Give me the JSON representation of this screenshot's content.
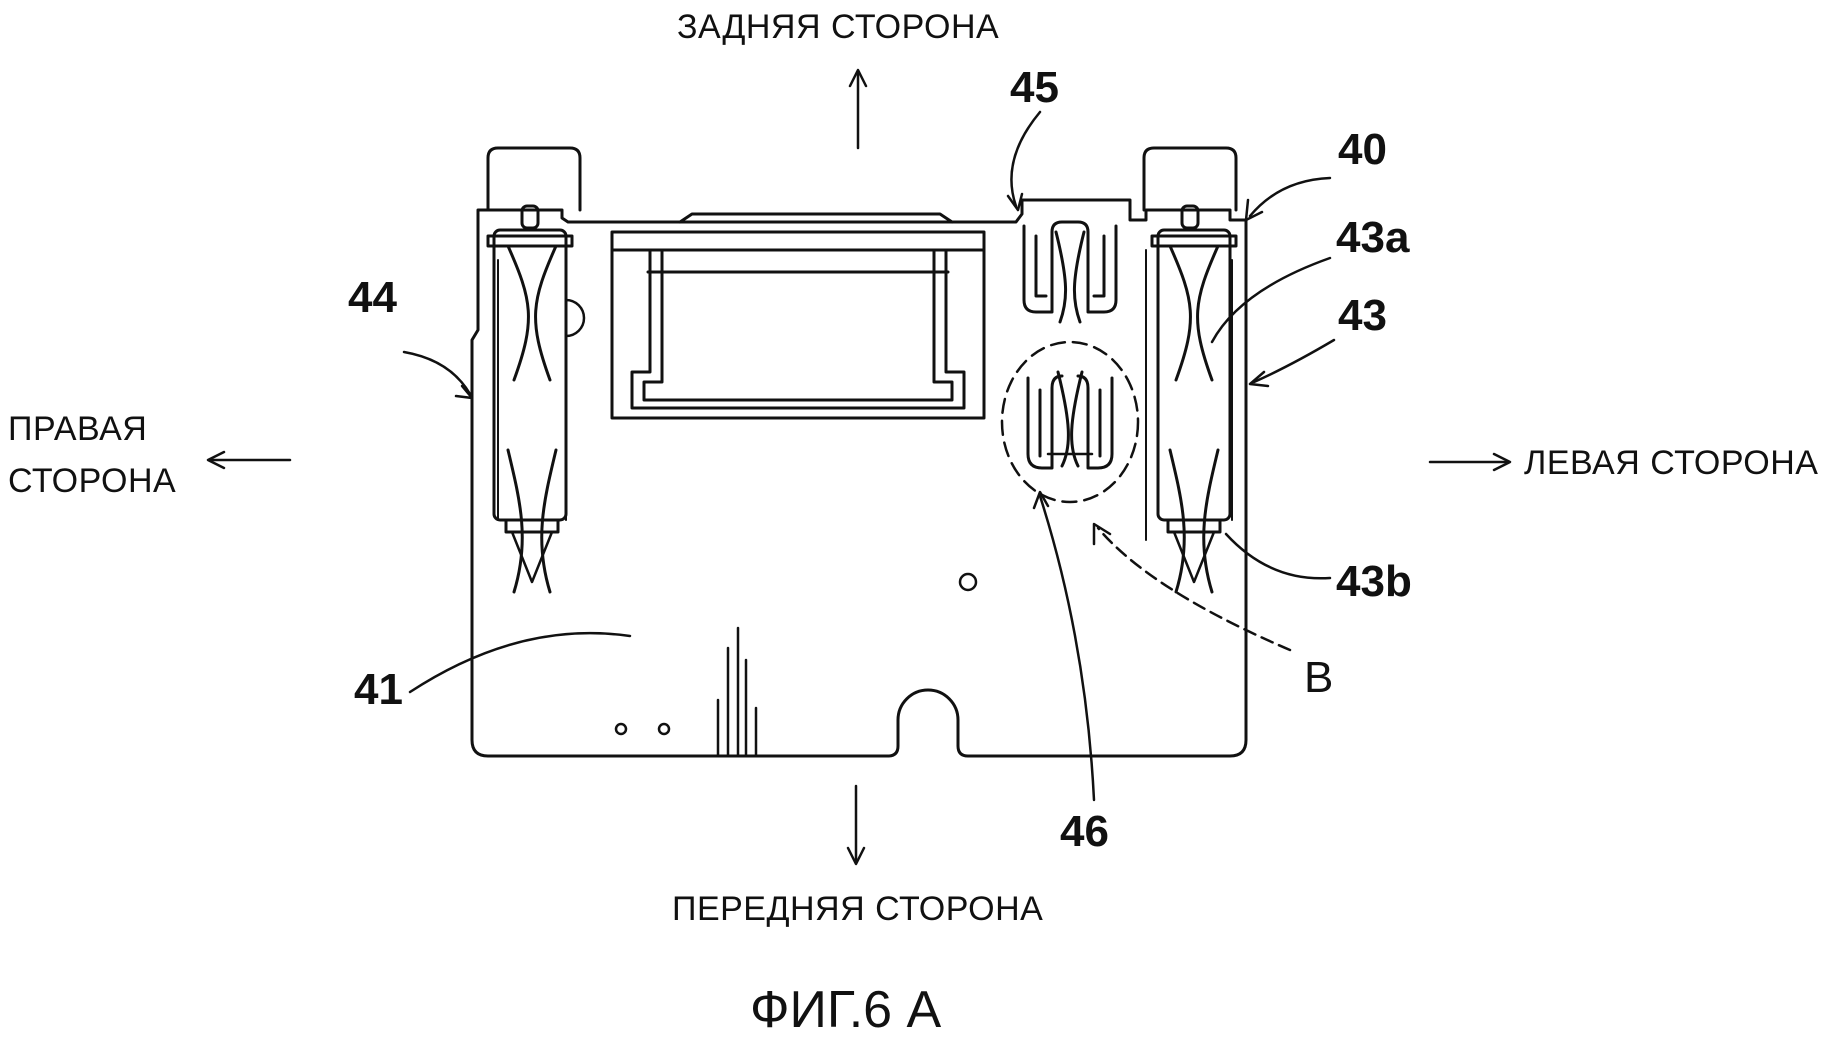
{
  "directions": {
    "rear": "ЗАДНЯЯ СТОРОНА",
    "front": "ПЕРЕДНЯЯ СТОРОНА",
    "right_line1": "ПРАВАЯ",
    "right_line2": "СТОРОНА",
    "left": "ЛЕВАЯ СТОРОНА"
  },
  "refs": {
    "r40": "40",
    "r41": "41",
    "r43": "43",
    "r43a": "43a",
    "r43b": "43b",
    "r44": "44",
    "r45": "45",
    "r46": "46",
    "rB": "B"
  },
  "caption": "ФИГ.6 А"
}
